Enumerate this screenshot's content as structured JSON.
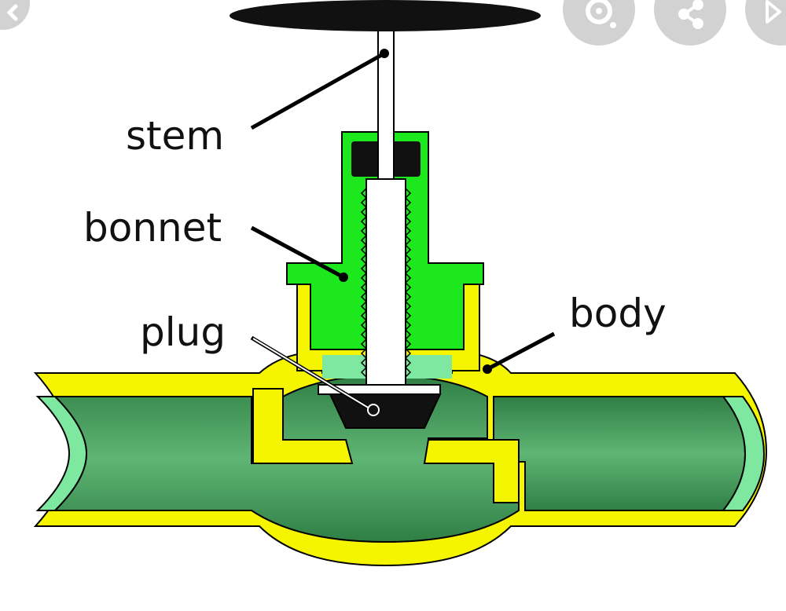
{
  "diagram": {
    "labels": {
      "stem": "stem",
      "bonnet": "bonnet",
      "plug": "plug",
      "body": "body"
    },
    "colors": {
      "body_yellow": "#f5f500",
      "bonnet_green": "#1de81d",
      "fluid_green": "#3d9a55",
      "fluid_light": "#7ee8a0",
      "handle_black": "#111111",
      "outline": "#000000"
    }
  },
  "overlay": {
    "icons": [
      "chevron-left-icon",
      "lens-icon",
      "share-icon",
      "play-icon"
    ]
  }
}
